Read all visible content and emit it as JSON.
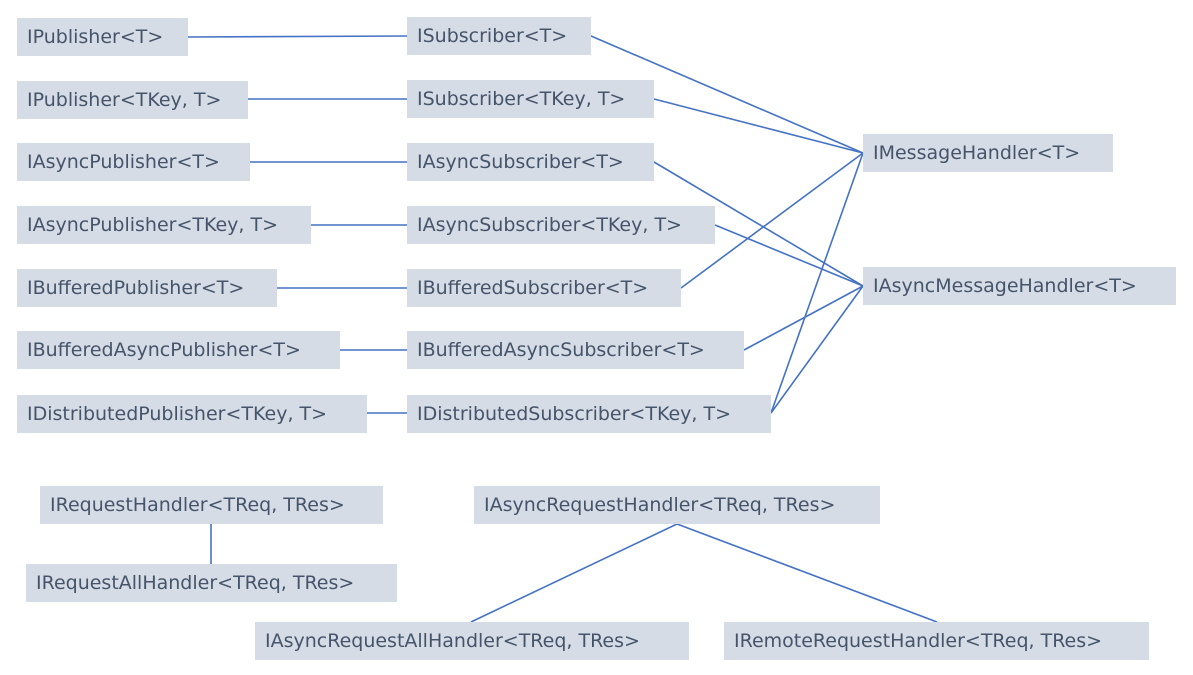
{
  "colors": {
    "box_fill": "#d6dce5",
    "text": "#44546a",
    "connector": "#4472c4"
  },
  "nodes": {
    "publisher": "IPublisher<T>",
    "subscriber": "ISubscriber<T>",
    "publisher_keyed": "IPublisher<TKey, T>",
    "subscriber_keyed": "ISubscriber<TKey, T>",
    "async_publisher": "IAsyncPublisher<T>",
    "async_subscriber": "IAsyncSubscriber<T>",
    "async_publisher_keyed": "IAsyncPublisher<TKey, T>",
    "async_subscriber_keyed": "IAsyncSubscriber<TKey, T>",
    "buffered_publisher": "IBufferedPublisher<T>",
    "buffered_subscriber": "IBufferedSubscriber<T>",
    "buffered_async_publisher": "IBufferedAsyncPublisher<T>",
    "buffered_async_subscriber": "IBufferedAsyncSubscriber<T>",
    "distributed_publisher": "IDistributedPublisher<TKey, T>",
    "distributed_subscriber": "IDistributedSubscriber<TKey, T>",
    "message_handler": "IMessageHandler<T>",
    "async_message_handler": "IAsyncMessageHandler<T>",
    "request_handler": "IRequestHandler<TReq, TRes>",
    "request_all_handler": "IRequestAllHandler<TReq, TRes>",
    "async_request_handler": "IAsyncRequestHandler<TReq, TRes>",
    "async_request_all_handler": "IAsyncRequestAllHandler<TReq, TRes>",
    "remote_request_handler": "IRemoteRequestHandler<TReq, TRes>"
  }
}
